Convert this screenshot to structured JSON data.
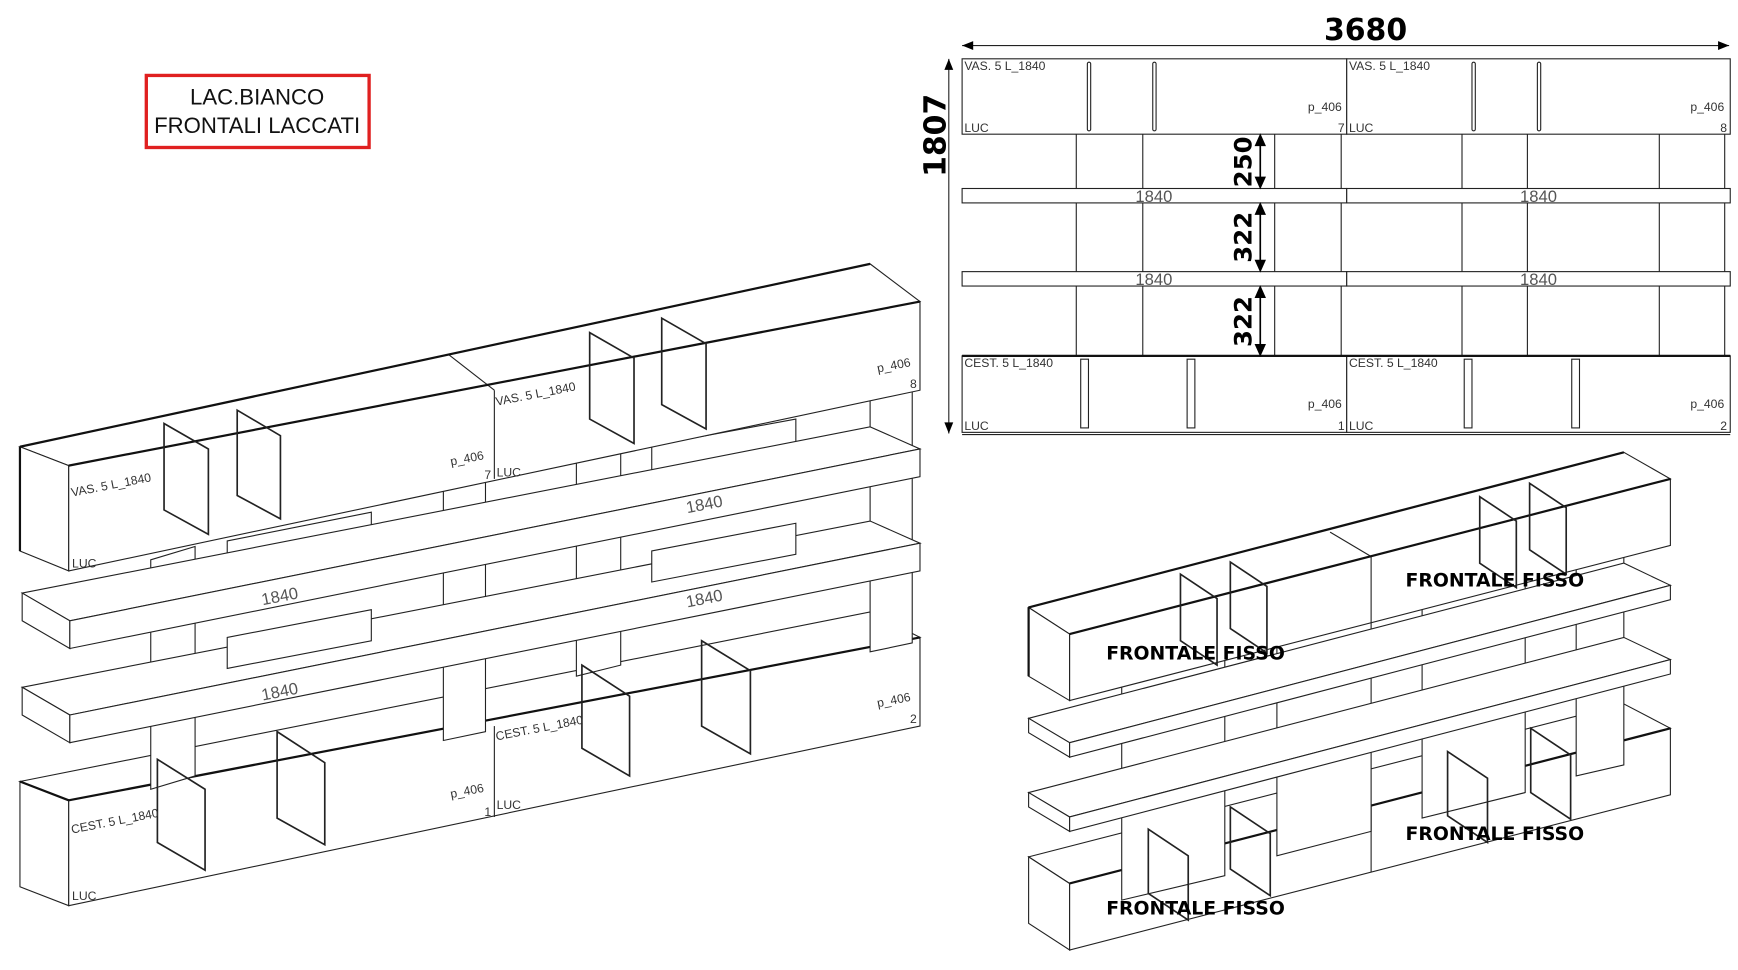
{
  "finish_note": {
    "line1": "LAC.BIANCO",
    "line2": "FRONTALI LACCATI",
    "border_color": "#e02020"
  },
  "dimensions": {
    "total_width": "3680",
    "total_height": "1807",
    "gap_top": "250",
    "gap_middle": "322",
    "gap_bottom": "322"
  },
  "elevation": {
    "top_left": {
      "code": "VAS. 5 L_1840",
      "depth": "p_406",
      "finish": "LUC",
      "number": "7"
    },
    "top_right": {
      "code": "VAS. 5 L_1840",
      "depth": "p_406",
      "finish": "LUC",
      "number": "8"
    },
    "bottom_left": {
      "code": "CEST. 5 L_1840",
      "depth": "p_406",
      "finish": "LUC",
      "number": "1"
    },
    "bottom_right": {
      "code": "CEST. 5 L_1840",
      "depth": "p_406",
      "finish": "LUC",
      "number": "2"
    },
    "shelf_width": "1840"
  },
  "iso_labels": {
    "fixed_front": "FRONTALE FISSO"
  }
}
